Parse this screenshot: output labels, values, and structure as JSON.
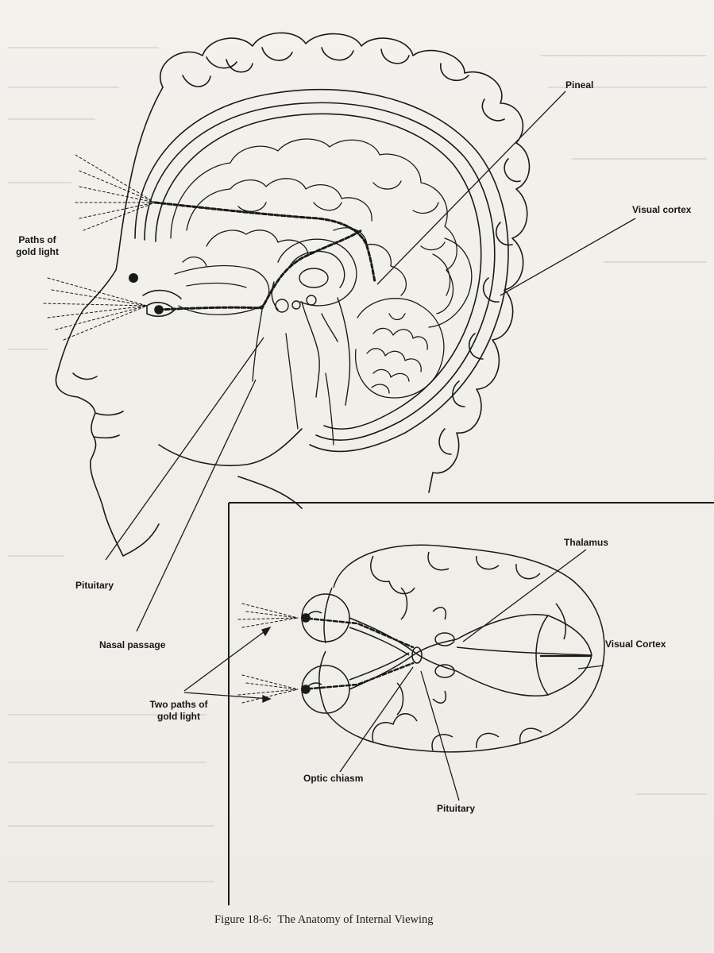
{
  "labels": {
    "pineal": "Pineal",
    "visual_cortex_top": "Visual cortex",
    "paths_gold_light": "Paths of\ngold light",
    "pituitary_top": "Pituitary",
    "nasal_passage": "Nasal passage",
    "two_paths": "Two paths of\ngold light",
    "thalamus": "Thalamus",
    "visual_cortex_bottom": "Visual Cortex",
    "optic_chiasm": "Optic chiasm",
    "pituitary_bottom": "Pituitary"
  },
  "caption": {
    "number": "Figure 18-6:",
    "title": "The Anatomy of Internal Viewing"
  },
  "colors": {
    "ink": "#1a1a1a",
    "paper": "#f1efea"
  }
}
